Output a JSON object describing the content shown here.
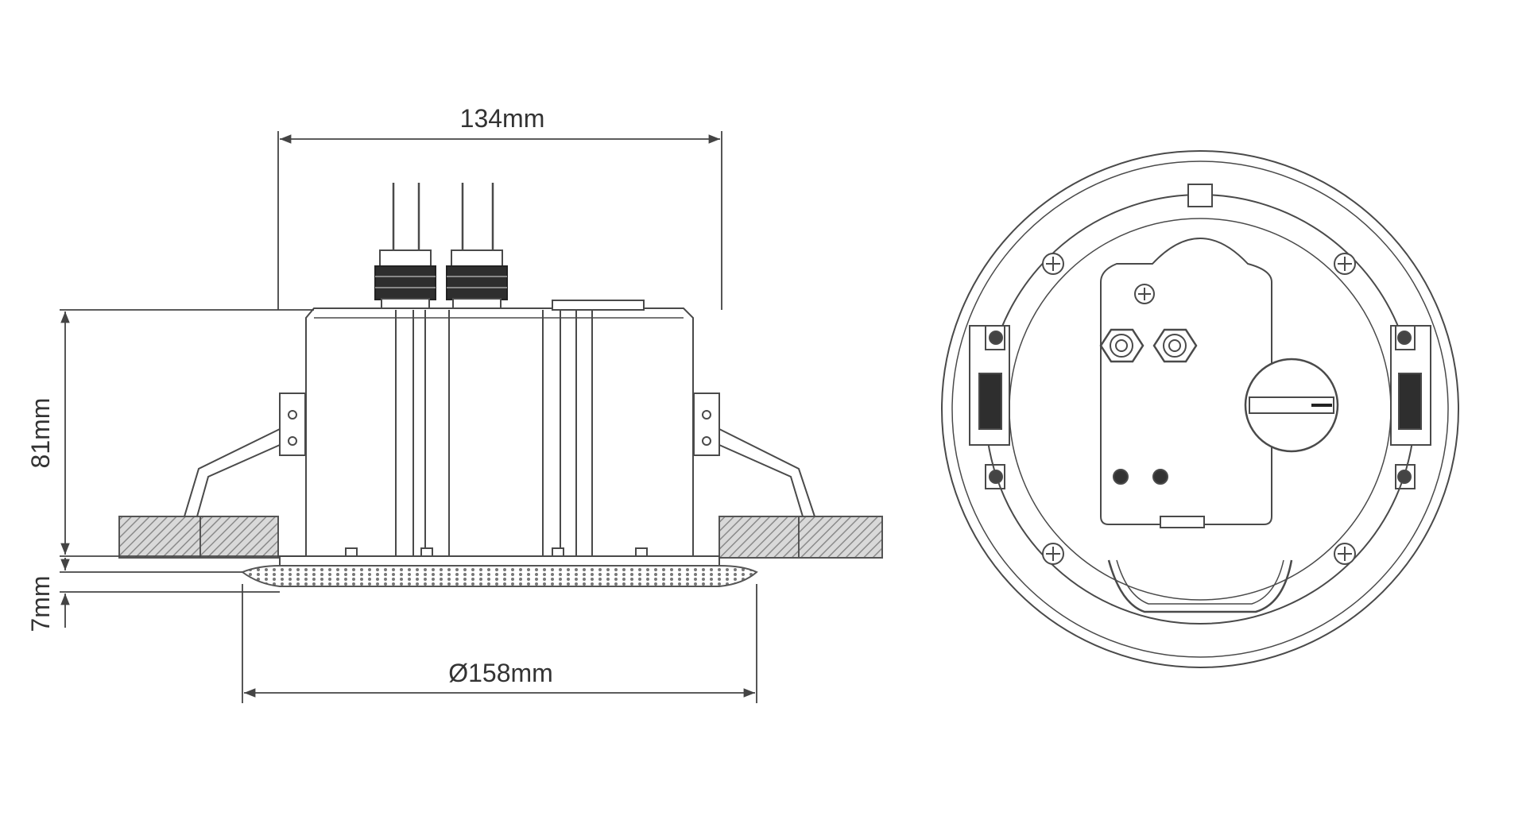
{
  "dimensions": {
    "width_label": "134mm",
    "height_label": "81mm",
    "flange_label": "7mm",
    "diameter_label": "Ø158mm"
  },
  "colors": {
    "line": "#4a4a4a",
    "dark": "#333333",
    "hatch": "#777777",
    "background": "#ffffff"
  }
}
